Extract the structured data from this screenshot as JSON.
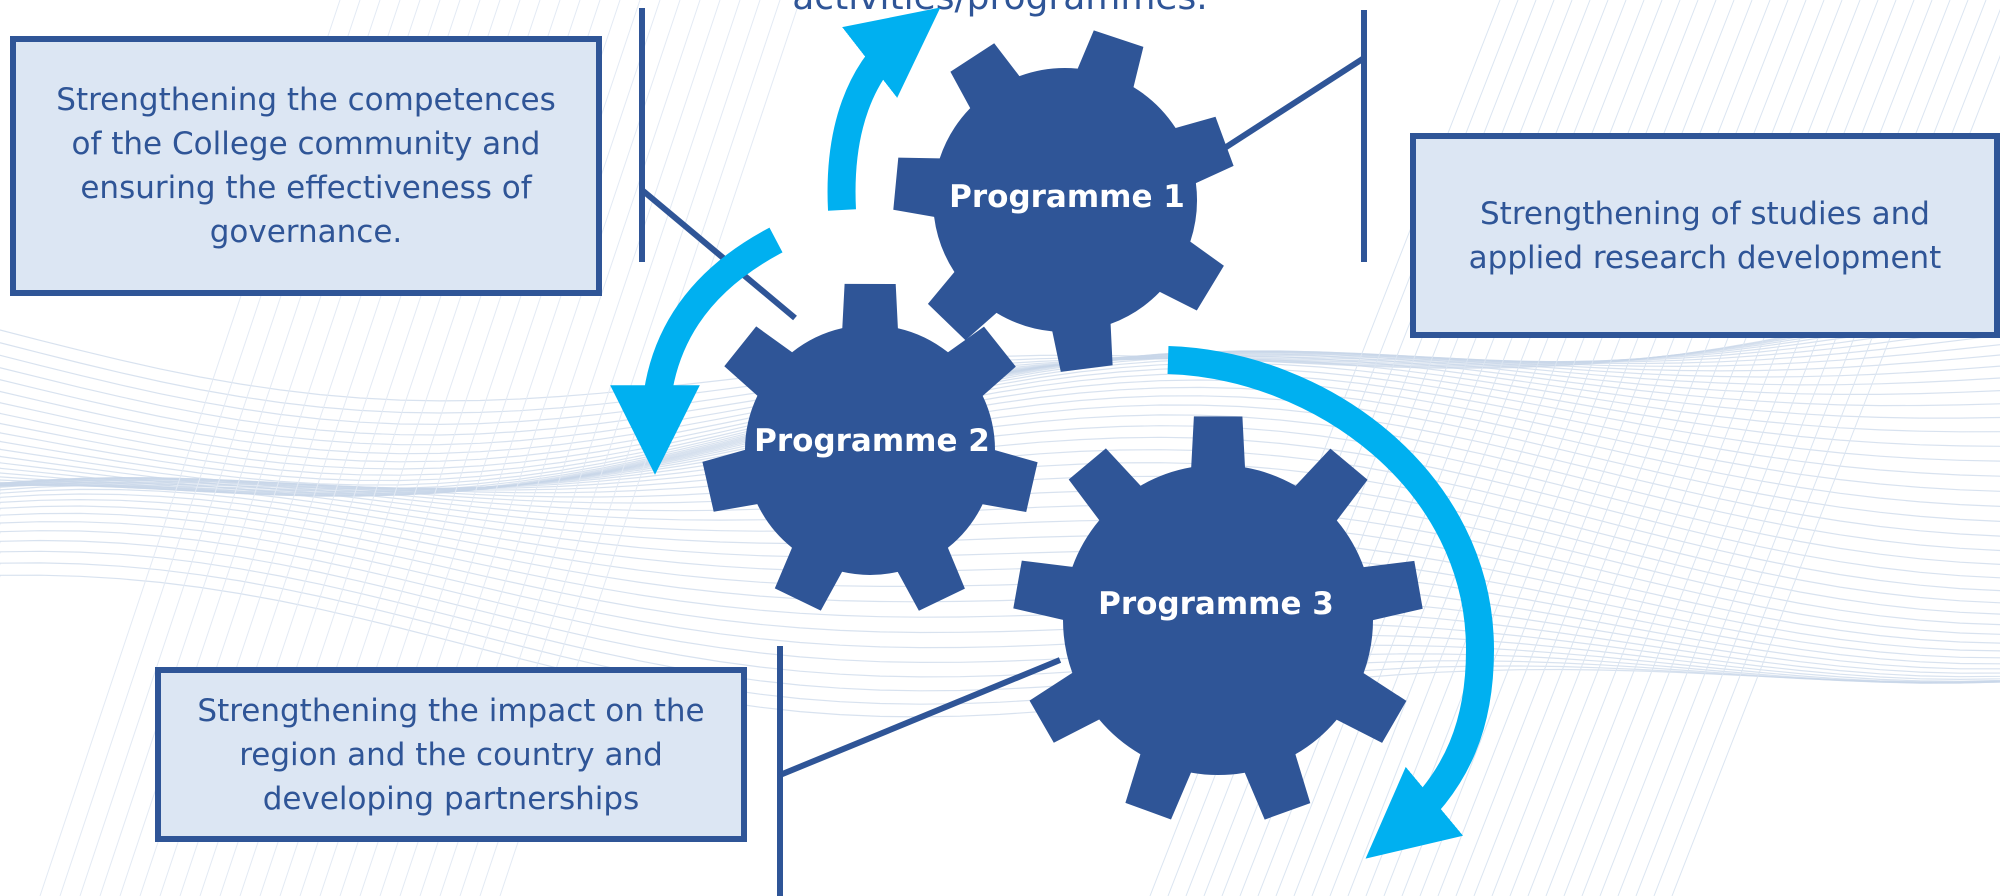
{
  "header": {
    "partial_text": "activities/programmes."
  },
  "gears": [
    {
      "label": "Programme 1"
    },
    {
      "label": "Programme 2"
    },
    {
      "label": "Programme 3"
    }
  ],
  "callouts": [
    {
      "text": "Strengthening the competences of the College community and ensuring the effectiveness of governance."
    },
    {
      "text": "Strengthening of studies and applied research development"
    },
    {
      "text": "Strengthening the impact on the region and the country and developing partnerships"
    }
  ],
  "colors": {
    "gear": "#2F5597",
    "arrow": "#00B0F0",
    "box_border": "#2F5597",
    "box_fill": "#DCE6F3",
    "text": "#2F5597"
  }
}
